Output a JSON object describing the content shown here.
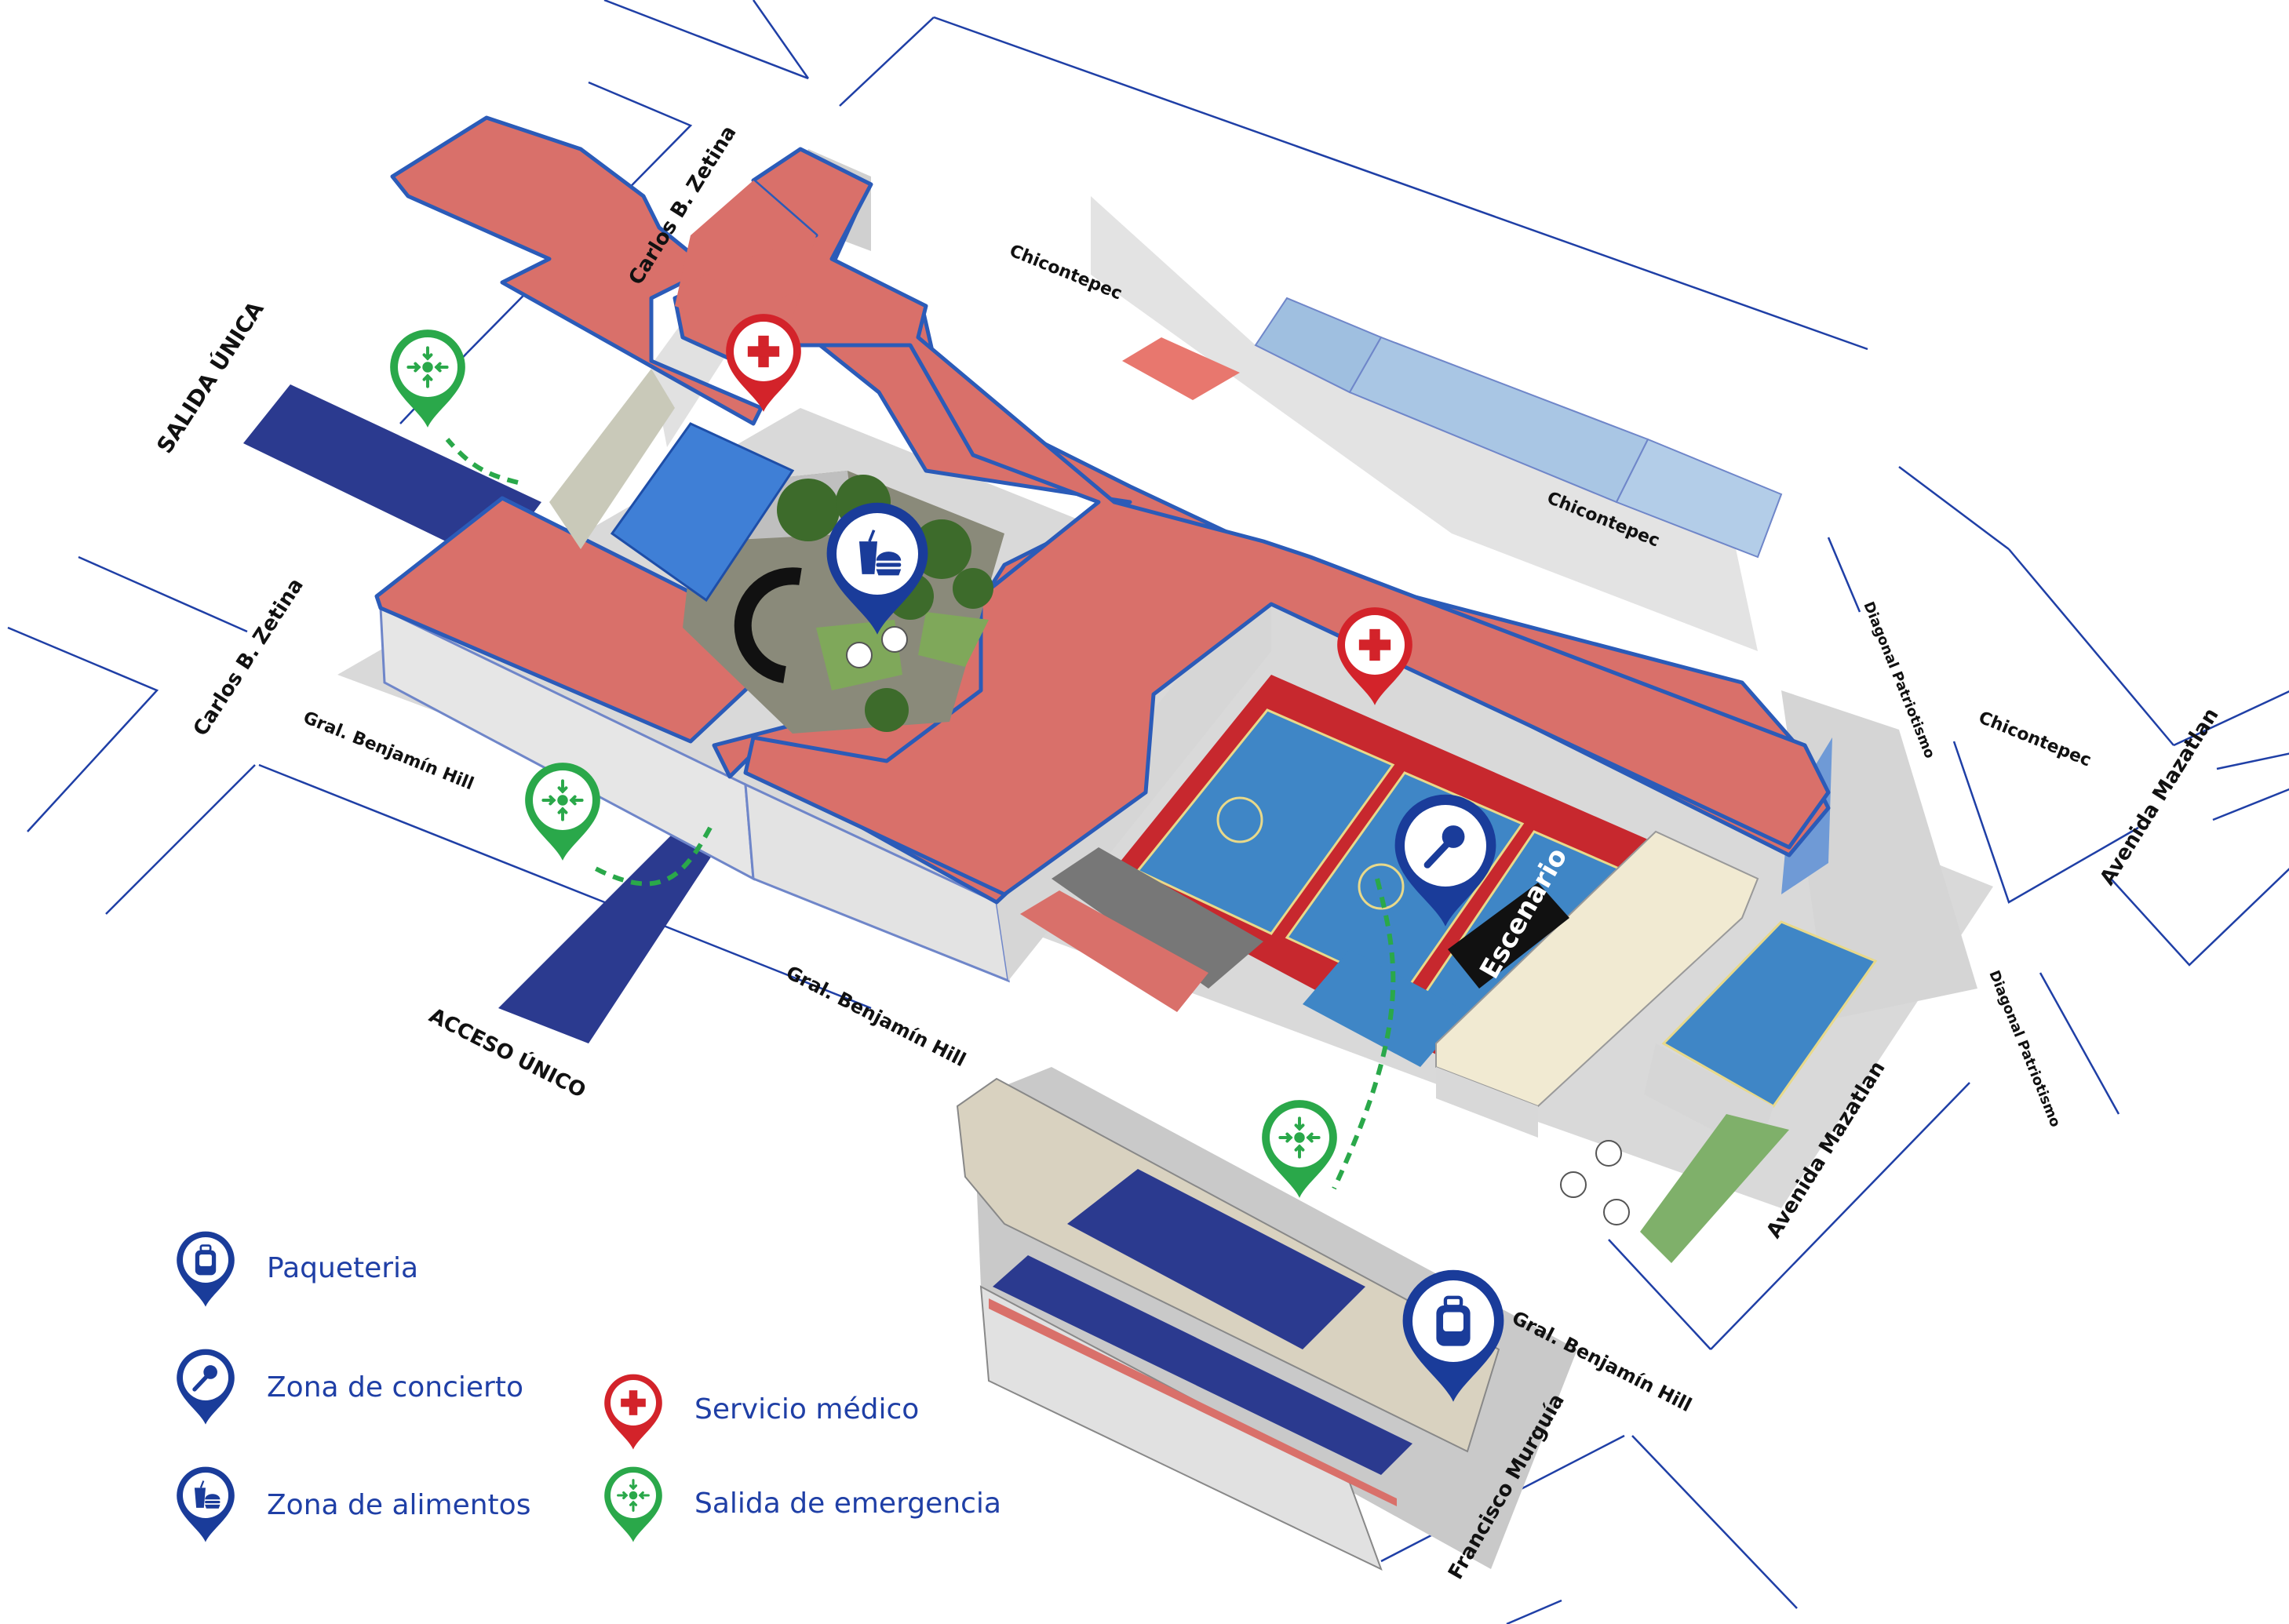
{
  "streets": {
    "carlos_top": "Carlos B. Zetina",
    "carlos_left": "Carlos B. Zetina",
    "chicontepec_top": "Chicontepec",
    "chicontepec_mid": "Chicontepec",
    "chicontepec_right": "Chicontepec",
    "benjamin_left": "Gral. Benjamín Hill",
    "benjamin_mid": "Gral. Benjamín Hill",
    "benjamin_right": "Gral. Benjamín Hill",
    "diagonal_top": "Diagonal Patriotismo",
    "diagonal_bottom": "Diagonal Patriotismo",
    "mazatlan_top": "Avenida Mazatlan",
    "mazatlan_bottom": "Avenida Mazatlan",
    "murguia": "Francisco Murguía"
  },
  "access": {
    "exit_label": "SALIDA ÚNICA",
    "entry_label": "ACCESO ÚNICO"
  },
  "stage": {
    "label": "Escenario"
  },
  "legend": {
    "paqueteria": "Paqueteria",
    "concierto": "Zona de concierto",
    "alimentos": "Zona de alimentos",
    "medico": "Servicio médico",
    "emergencia": "Salida de emergencia"
  },
  "colors": {
    "roof": "#d9706a",
    "court": "#3f86c6",
    "court_border": "#c7282e",
    "building_side": "#e6e6e6",
    "glass": "#9fbfe0",
    "access_path": "#2b3a8f",
    "pin_blue": "#1a3c9a",
    "pin_red": "#d3232a",
    "pin_green": "#2aa84a",
    "street_line": "#1f3fa6"
  },
  "icons": {
    "paqueteria": "luggage-icon",
    "concierto": "microphone-icon",
    "alimentos": "food-icon",
    "medico": "medical-cross-icon",
    "emergencia": "emergency-exit-icon"
  }
}
